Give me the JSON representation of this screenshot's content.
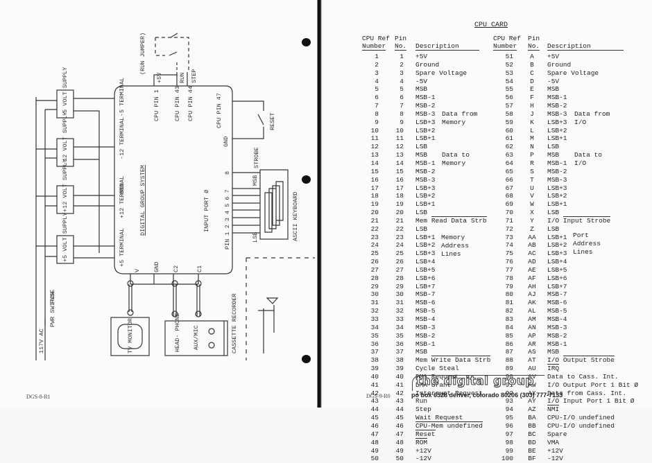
{
  "left_page": {
    "system_title": "DIGITAL GROUP SYSTEM",
    "doc_code": "DGS-8-R1",
    "jumper_label": "(RUN JUMPER)",
    "pins_top": [
      "+5V",
      "RUN",
      "STEP"
    ],
    "cpu_pin_labels": [
      "CPU PIN 1",
      "CPU PIN 43",
      "CPU PIN 44"
    ],
    "cpu_pin47": "CPU PIN 47",
    "gnd": "GND",
    "reset": "RESET",
    "terminals": [
      "-5 TERMINAL",
      "-12 TERMINAL",
      "+12 TERMINAL",
      "GND",
      "+5 TERMINAL"
    ],
    "supplies": [
      "-5 VOLT SUPPLY",
      "-12 VOLT SUPPLY",
      "+12 VOLT SUPPLY",
      "+5 VOLT SUPPLY"
    ],
    "input_port": "INPUT PORT Ø",
    "pin_row": "PIN 1 2 3 4 5 6 7",
    "pin8": "8",
    "msb": "MSB",
    "lsb": "LSB",
    "strobe": "STROBE",
    "keyboard": "ASCII KEYBOARD",
    "bottom_pins": [
      "V",
      "GND",
      "C2",
      "C1"
    ],
    "tv": "TV MONITOR",
    "headphone": "HEAD- PHONE",
    "aux": "AUX/MIC",
    "cassette": "CASSETTE RECORDER",
    "power": [
      "117V AC",
      "PWR SWITCH",
      "FUSE"
    ]
  },
  "right_page": {
    "title": "CPU CARD",
    "headers": {
      "ref1": "CPU Ref",
      "ref2": "Number",
      "pin1": "Pin",
      "pin2": "No.",
      "desc": "Description"
    },
    "left_table": {
      "refs": [
        "1",
        "2",
        "3",
        "4",
        "5",
        "6",
        "7",
        "8",
        "9",
        "10",
        "11",
        "12",
        "13",
        "14",
        "15",
        "16",
        "17",
        "18",
        "19",
        "20",
        "21",
        "22",
        "23",
        "24",
        "25",
        "26",
        "27",
        "28",
        "29",
        "30",
        "31",
        "32",
        "33",
        "34",
        "35",
        "36",
        "37",
        "38",
        "39",
        "40",
        "41",
        "42",
        "43",
        "44",
        "45",
        "46",
        "47",
        "48",
        "49",
        "50"
      ],
      "pins": [
        "1",
        "2",
        "3",
        "4",
        "5",
        "6",
        "7",
        "8",
        "9",
        "10",
        "11",
        "12",
        "13",
        "14",
        "15",
        "16",
        "17",
        "18",
        "19",
        "20",
        "21",
        "22",
        "23",
        "24",
        "25",
        "26",
        "27",
        "28",
        "29",
        "30",
        "31",
        "32",
        "33",
        "34",
        "35",
        "36",
        "37",
        "38",
        "39",
        "40",
        "41",
        "42",
        "43",
        "44",
        "45",
        "46",
        "47",
        "48",
        "49",
        "50"
      ],
      "desc": [
        "+5V",
        "Ground",
        "Spare Voltage",
        "-5V",
        "MSB",
        "MSB-1",
        "MSB-2",
        "MSB-3",
        "LSB+3",
        "LSB+2",
        "LSB+1",
        "LSB",
        "MSB",
        "MSB-1",
        "MSB-2",
        "MSB-3",
        "LSB+3",
        "LSB+2",
        "LSB+1",
        "LSB",
        "Mem Read Data Strb",
        "LSB",
        "LSB+1",
        "LSB+2",
        "LSB+3",
        "LSB+4",
        "LSB+5",
        "LSB+6",
        "LSB+7",
        "MSB-7",
        "MSB-6",
        "MSB-5",
        "MSB-4",
        "MSB-3",
        "MSB-2",
        "MSB-1",
        "MSB",
        "Mem Write Data Strb",
        "Cycle Steal",
        "DMA Request",
        "DMA Grant",
        "Interrupt Request",
        "Run",
        "Step",
        "Wait Request",
        "CPU-Mem undefined",
        "Reset",
        "ROM",
        "+12V",
        "-12V"
      ],
      "notes": [
        "Data from\nMemory",
        "Data to\nMemory",
        "Memory\nAddress\nLines"
      ]
    },
    "right_table": {
      "refs": [
        "51",
        "52",
        "53",
        "54",
        "55",
        "56",
        "57",
        "58",
        "59",
        "60",
        "61",
        "62",
        "63",
        "64",
        "65",
        "66",
        "67",
        "68",
        "69",
        "70",
        "71",
        "72",
        "73",
        "74",
        "75",
        "76",
        "77",
        "78",
        "79",
        "80",
        "81",
        "82",
        "83",
        "84",
        "85",
        "86",
        "87",
        "88",
        "89",
        "90",
        "91",
        "92",
        "93",
        "94",
        "95",
        "96",
        "97",
        "98",
        "99",
        "100"
      ],
      "pins": [
        "A",
        "B",
        "C",
        "D",
        "E",
        "F",
        "H",
        "J",
        "K",
        "L",
        "M",
        "N",
        "P",
        "R",
        "S",
        "T",
        "U",
        "V",
        "W",
        "X",
        "Y",
        "Z",
        "AA",
        "AB",
        "AC",
        "AD",
        "AE",
        "AF",
        "AH",
        "AJ",
        "AK",
        "AL",
        "AM",
        "AN",
        "AP",
        "AR",
        "AS",
        "AT",
        "AU",
        "AV",
        "AW",
        "AX",
        "AY",
        "AZ",
        "BA",
        "BB",
        "BC",
        "BD",
        "BE",
        "BF"
      ],
      "desc": [
        "+5V",
        "Ground",
        "Spare Voltage",
        "-5V",
        "MSB",
        "MSB-1",
        "MSB-2",
        "MSB-3",
        "LSB+3",
        "LSB+2",
        "LSB+1",
        "LSB",
        "MSB",
        "MSB-1",
        "MSB-2",
        "MSB-3",
        "LSB+3",
        "LSB+2",
        "LSB+1",
        "LSB",
        "I/O Input Strobe",
        "LSB",
        "LSB+1",
        "LSB+2",
        "LSB+3",
        "LSB+4",
        "LSB+5",
        "LSB+6",
        "LSB+7",
        "MSB-7",
        "MSB-6",
        "MSB-5",
        "MSB-4",
        "MSB-3",
        "MSB-2",
        "MSB-1",
        "MSB",
        "I/O Output Strobe",
        "IRQ",
        "Data to Cass. Int.",
        "I/O Output Port 1 Bit Ø",
        "Data from Cass. Int.",
        "I/O Input Port 1 Bit Ø",
        "NMI",
        "CPU-I/O undefined",
        "CPU-I/O undefined",
        "Spare",
        "VMA",
        "+12V",
        "-12V"
      ],
      "notes": [
        "Data from\nI/O",
        "Data to\nI/O",
        "Port\nAddress\nLines"
      ]
    },
    "logo": "the digital group",
    "address": "po box 6528 denver, colorado 80206 (303) 777-7133",
    "doc_code": "DGS-9-R0"
  }
}
